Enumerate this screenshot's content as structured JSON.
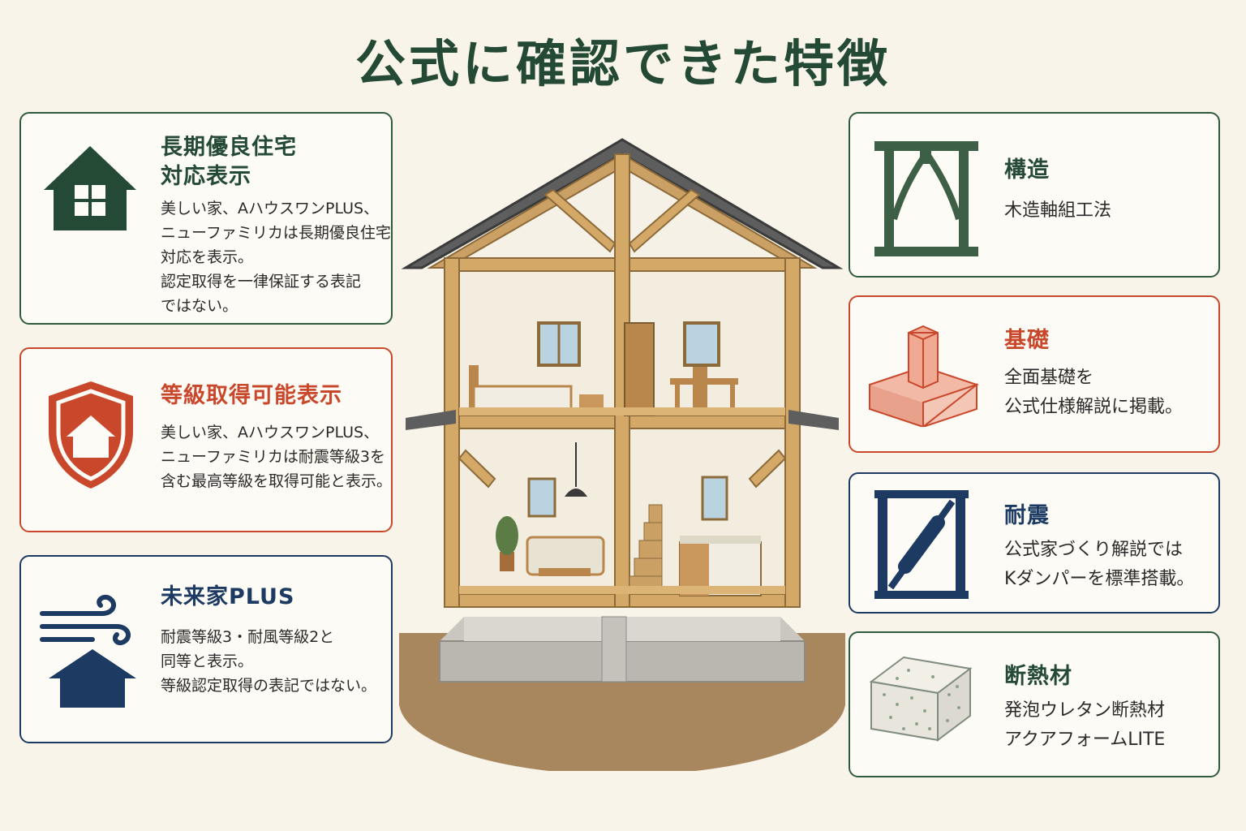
{
  "title": "公式に確認できた特徴",
  "left_cards": [
    {
      "heading_lines": [
        "長期優良住宅",
        "対応表示"
      ],
      "body_lines": [
        "美しい家、AハウスワンPLUS、",
        "ニューファミリカは長期優良住宅",
        "対応を表示。",
        "認定取得を一律保証する表記",
        "ではない。"
      ],
      "icon": "house-icon",
      "color": "#2f5a3e"
    },
    {
      "heading_lines": [
        "等級取得可能表示"
      ],
      "body_lines": [
        "美しい家、AハウスワンPLUS、",
        "ニューファミリカは耐震等級3を",
        "含む最高等級を取得可能と表示。"
      ],
      "icon": "shield-house-icon",
      "color": "#c9472a"
    },
    {
      "heading_lines": [
        "未来家PLUS"
      ],
      "body_lines": [
        "耐震等級3・耐風等級2と",
        "同等と表示。",
        "等級認定取得の表記ではない。"
      ],
      "icon": "wind-house-icon",
      "color": "#1d3a63"
    }
  ],
  "right_cards": [
    {
      "heading": "構造",
      "body_lines": [
        "木造軸組工法"
      ],
      "icon": "timber-frame-icon",
      "color": "#2f5a3e"
    },
    {
      "heading": "基礎",
      "body_lines": [
        "全面基礎を",
        "公式仕様解説に掲載。"
      ],
      "icon": "foundation-icon",
      "color": "#c9472a"
    },
    {
      "heading": "耐震",
      "body_lines": [
        "公式家づくり解説では",
        "Kダンパーを標準搭載。"
      ],
      "icon": "damper-icon",
      "color": "#1d3a63"
    },
    {
      "heading": "断熱材",
      "body_lines": [
        "発泡ウレタン断熱材",
        "アクアフォームLITE"
      ],
      "icon": "insulation-icon",
      "color": "#2f5a3e"
    }
  ]
}
